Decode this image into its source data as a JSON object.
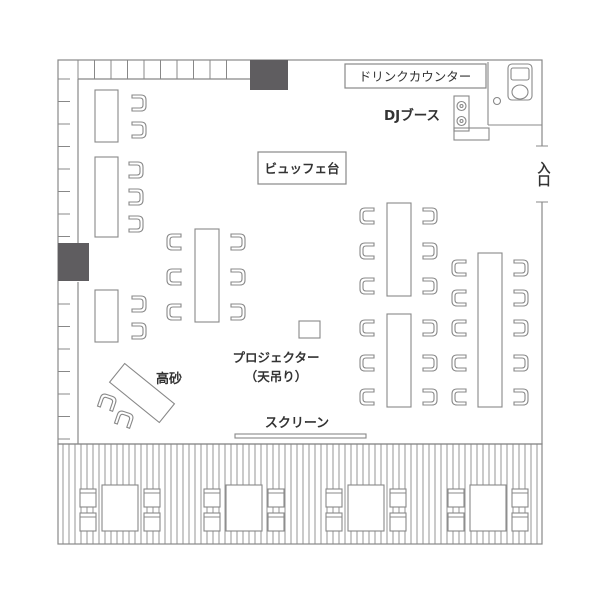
{
  "labels": {
    "drink_counter": "ドリンクカウンター",
    "dj_booth": "DJブース",
    "buffet": "ビュッフェ台",
    "entrance": "入口",
    "takasago": "高砂",
    "projector_line1": "プロジェクター",
    "projector_line2": "（天吊り）",
    "screen": "スクリーン"
  },
  "colors": {
    "line": "#888888",
    "pillar": "#5f5d60",
    "text": "#333333",
    "background": "#ffffff"
  }
}
